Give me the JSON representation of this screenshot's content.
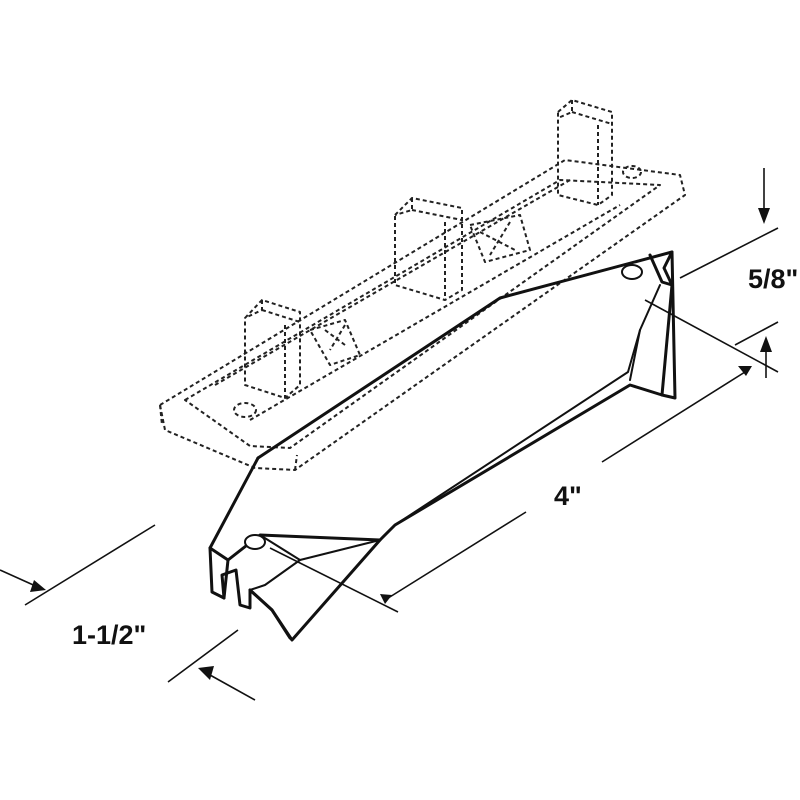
{
  "dimensions": {
    "depth": "5/8\"",
    "length": "4\"",
    "width": "1-1/2\""
  },
  "colors": {
    "line": "#111111",
    "background": "#ffffff"
  }
}
